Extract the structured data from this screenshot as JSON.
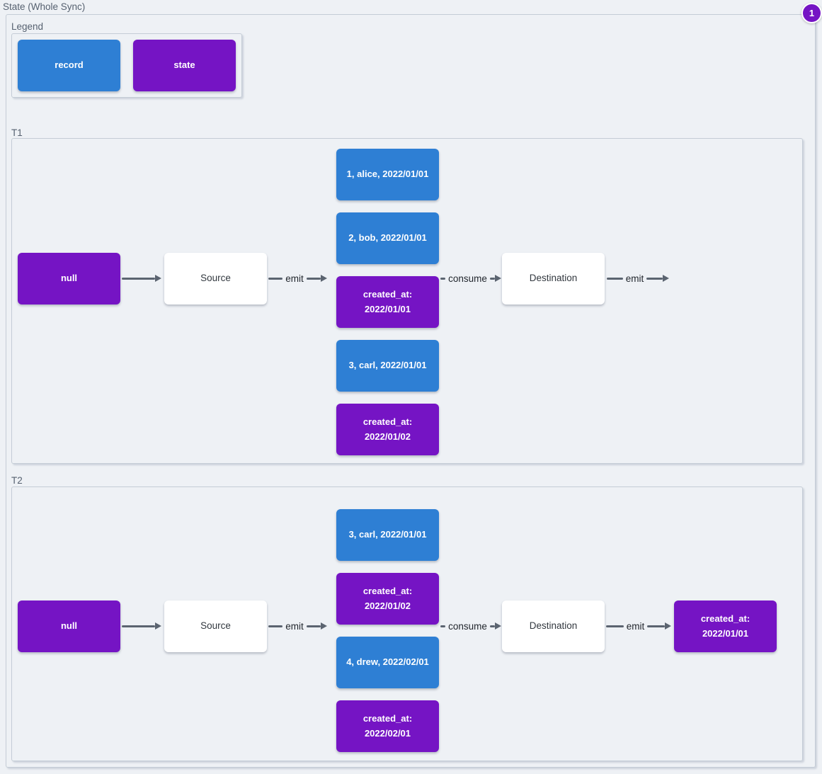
{
  "colors": {
    "record": "#2e7fd4",
    "state": "#7514c4",
    "edge": "#5b6470",
    "background": "#eef1f5"
  },
  "root": {
    "title": "State (Whole Sync)",
    "badge": "1"
  },
  "legend": {
    "title": "Legend",
    "record_label": "record",
    "state_label": "state"
  },
  "timelines": [
    {
      "label": "T1",
      "state_in": "null",
      "source": "Source",
      "destination": "Destination",
      "edge_emit_source": "emit",
      "edge_consume": "consume",
      "edge_emit_destination": "emit",
      "stack": [
        {
          "type": "record",
          "text": "1, alice, 2022/01/01"
        },
        {
          "type": "record",
          "text": "2, bob, 2022/01/01"
        },
        {
          "type": "state",
          "text": "created_at:\n2022/01/01"
        },
        {
          "type": "record",
          "text": "3, carl, 2022/01/01"
        },
        {
          "type": "state",
          "text": "created_at:\n2022/01/02"
        }
      ]
    },
    {
      "label": "T2",
      "state_in": "null",
      "source": "Source",
      "destination": "Destination",
      "edge_emit_source": "emit",
      "edge_consume": "consume",
      "edge_emit_destination": "emit",
      "stack": [
        {
          "type": "record",
          "text": "3, carl, 2022/01/01"
        },
        {
          "type": "state",
          "text": "created_at:\n2022/01/02"
        },
        {
          "type": "record",
          "text": "4, drew, 2022/02/01"
        },
        {
          "type": "state",
          "text": "created_at:\n2022/02/01"
        }
      ],
      "state_out": {
        "type": "state",
        "text": "created_at:\n2022/01/01"
      }
    }
  ]
}
